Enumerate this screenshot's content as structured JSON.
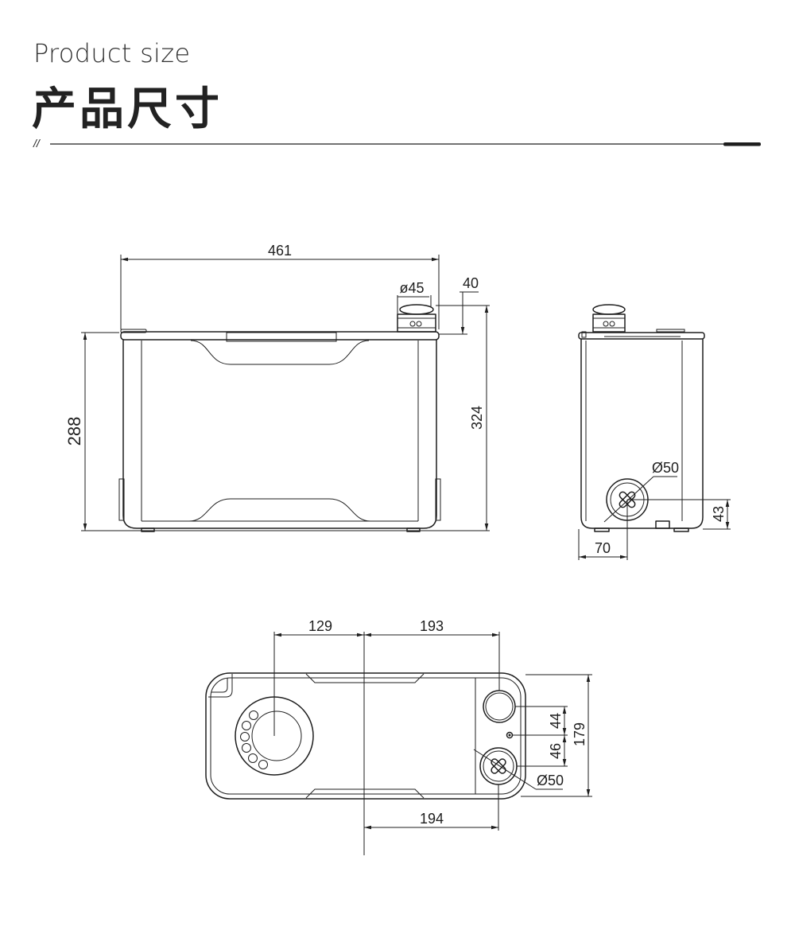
{
  "header": {
    "title_en": "Product size",
    "title_cn": "产品尺寸",
    "divider_mark": "//"
  },
  "front_view": {
    "width_label": "461",
    "height_label": "288",
    "total_height_label": "324",
    "outlet_diameter_label": "ø45",
    "outlet_height_label": "40"
  },
  "side_view": {
    "inlet_diameter_label": "Ø50",
    "inlet_height_label": "43",
    "inlet_offset_label": "70"
  },
  "top_view": {
    "left_offset_label": "129",
    "right_offset_top_label": "193",
    "right_offset_bottom_label": "194",
    "spacing_upper_label": "44",
    "spacing_lower_label": "46",
    "depth_label": "179",
    "inlet_diameter_label": "Ø50"
  },
  "colors": {
    "line": "#1e1e1e",
    "background": "#ffffff"
  }
}
